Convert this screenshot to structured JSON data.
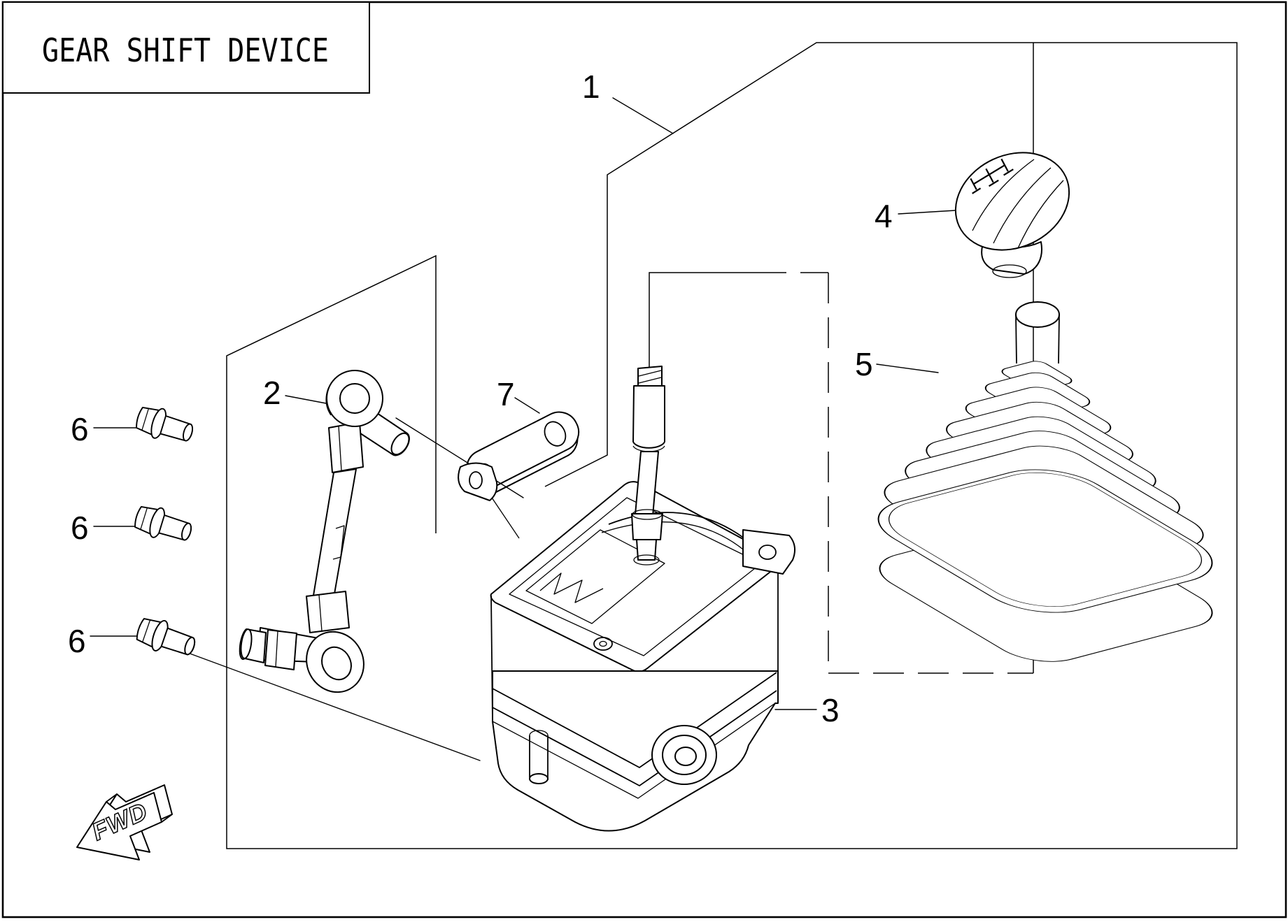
{
  "page": {
    "title": "GEAR SHIFT DEVICE"
  },
  "diagram": {
    "fwd_label": "FWD",
    "callouts": {
      "c1": "1",
      "c2": "2",
      "c3": "3",
      "c4": "4",
      "c5": "5",
      "c6": "6",
      "c7": "7"
    }
  },
  "colors": {
    "background": "#ffffff",
    "line": "#000000"
  }
}
